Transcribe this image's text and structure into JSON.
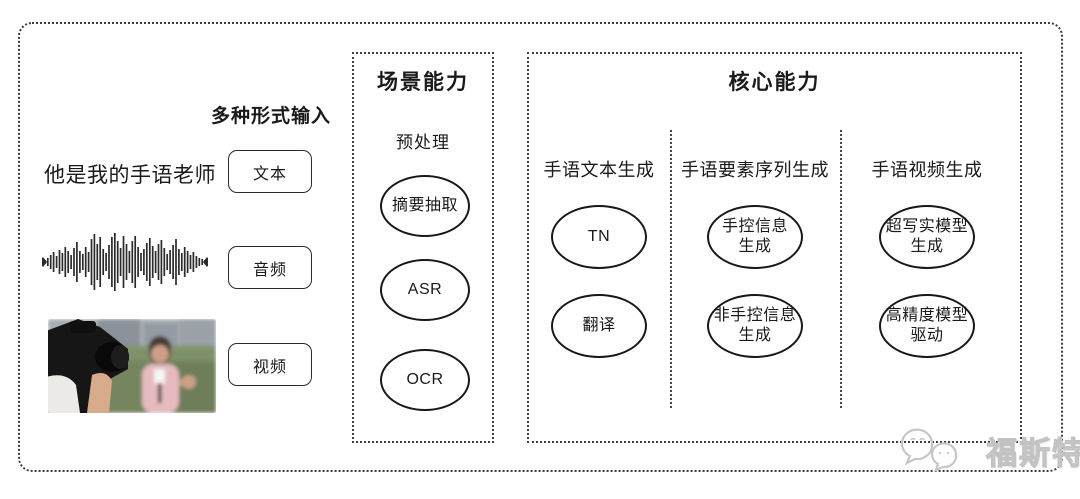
{
  "input_section": {
    "title": "多种形式输入",
    "text_sample": "他是我的手语老师",
    "items": [
      {
        "label": "文本"
      },
      {
        "label": "音频"
      },
      {
        "label": "视频"
      }
    ],
    "media": {
      "waveform_icon": "audio-waveform",
      "thumbnail_icon": "news-reporter-video-still"
    }
  },
  "scene_box": {
    "title": "场景能力",
    "subtitle": "预处理",
    "nodes": [
      "摘要抽取",
      "ASR",
      "OCR"
    ]
  },
  "core_box": {
    "title": "核心能力",
    "columns": [
      {
        "header": "手语文本生成",
        "nodes": [
          "TN",
          "翻译"
        ]
      },
      {
        "header": "手语要素序列生成",
        "nodes": [
          "手控信息\n生成",
          "非手控信息\n生成"
        ]
      },
      {
        "header": "手语视频生成",
        "nodes": [
          "超写实模型\n生成",
          "高精度模型\n驱动"
        ]
      }
    ]
  },
  "watermark": {
    "text": "福斯特",
    "icon": "chat-bubbles-logo"
  },
  "colors": {
    "border": "#3c3c3c",
    "ink": "#1a1a1a",
    "watermark": "#c9c9c9"
  }
}
